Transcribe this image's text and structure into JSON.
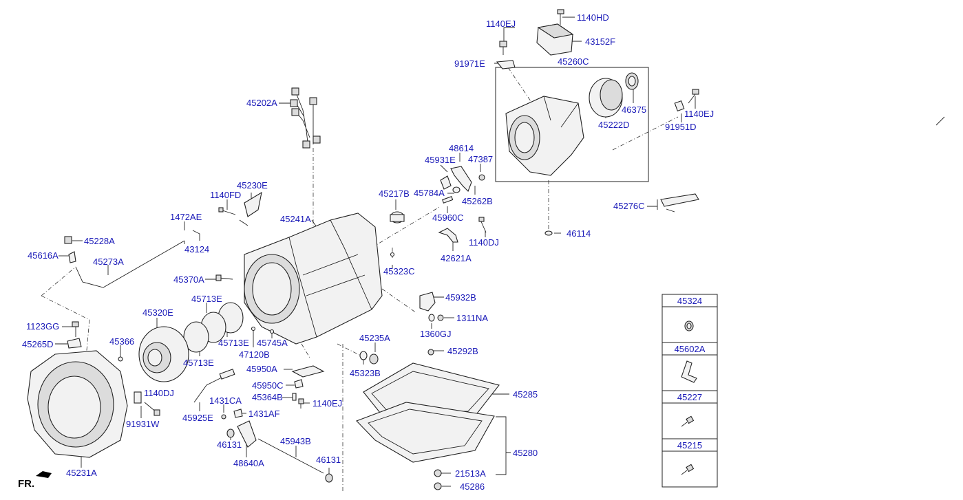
{
  "labels": {
    "l1140HD": "1140HD",
    "l1140EJ_top": "1140EJ",
    "l43152F": "43152F",
    "l91971E": "91971E",
    "l45260C": "45260C",
    "l45202A": "45202A",
    "l46375": "46375",
    "l1140EJ_r": "1140EJ",
    "l91951D": "91951D",
    "l45222D": "45222D",
    "l48614": "48614",
    "l45931E": "45931E",
    "l47387": "47387",
    "l45230E": "45230E",
    "l45217B": "45217B",
    "l45784A": "45784A",
    "l45262B": "45262B",
    "l1140FD": "1140FD",
    "l45276C": "45276C",
    "l1472AE": "1472AE",
    "l45241A": "45241A",
    "l45960C": "45960C",
    "l46114": "46114",
    "l45228A": "45228A",
    "l43124": "43124",
    "l1140DJ_m": "1140DJ",
    "l45616A": "45616A",
    "l45273A": "45273A",
    "l42621A": "42621A",
    "l45323C": "45323C",
    "l45370A": "45370A",
    "l45713E_top": "45713E",
    "l45932B": "45932B",
    "l45320E": "45320E",
    "l1311NA": "1311NA",
    "l1123GG": "1123GG",
    "l1360GJ": "1360GJ",
    "l45366": "45366",
    "l45713E_mid": "45713E",
    "l45745A": "45745A",
    "l45235A": "45235A",
    "l45265D": "45265D",
    "l47120B": "47120B",
    "l45713E_low": "45713E",
    "l45292B": "45292B",
    "l45323B": "45323B",
    "l45950A": "45950A",
    "l45950C": "45950C",
    "l1140DJ_l": "1140DJ",
    "l45364B": "45364B",
    "l1140EJ_b": "1140EJ",
    "l45285": "45285",
    "l1431CA": "1431CA",
    "l45925E": "45925E",
    "l1431AF": "1431AF",
    "l91931W": "91931W",
    "l45943B": "45943B",
    "l46131_a": "46131",
    "l45280": "45280",
    "l46131_b": "46131",
    "l48640A": "48640A",
    "l21513A": "21513A",
    "l45231A": "45231A",
    "l45286": "45286",
    "fr": "FR."
  },
  "side_table": {
    "items": [
      {
        "code": "45324",
        "icon": "plug-icon"
      },
      {
        "code": "45602A",
        "icon": "bracket-icon"
      },
      {
        "code": "45227",
        "icon": "bolt-icon"
      },
      {
        "code": "45215",
        "icon": "bolt-icon"
      }
    ]
  }
}
